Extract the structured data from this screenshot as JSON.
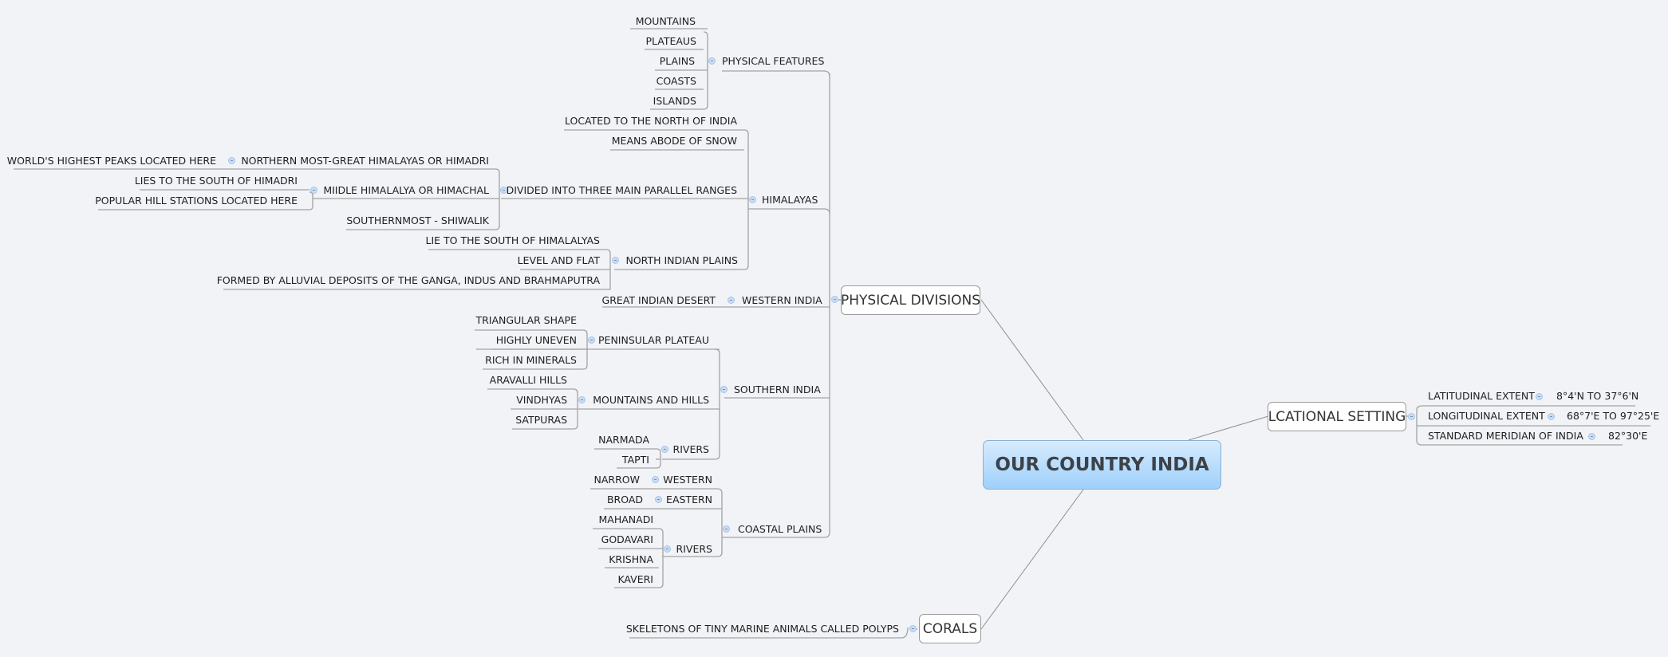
{
  "central": {
    "title": "OUR COUNTRY INDIA"
  },
  "main_topics": {
    "physical_divisions": "PHYSICAL DIVISIONS",
    "locational_setting": "LCATIONAL SETTING",
    "corals": "CORALS"
  },
  "physical_features": {
    "label": "PHYSICAL FEATURES",
    "items": [
      "MOUNTAINS",
      "PLATEAUS",
      "PLAINS",
      "COASTS",
      "ISLANDS"
    ]
  },
  "himalayas": {
    "label": "HIMALAYAS",
    "located": "LOCATED TO THE NORTH OF INDIA",
    "means": "MEANS ABODE OF SNOW",
    "divided": "DIVIDED INTO THREE MAIN PARALLEL RANGES",
    "northern": "NORTHERN MOST-GREAT HIMALAYAS OR HIMADRI",
    "northern_note": "WORLD'S HIGHEST PEAKS LOCATED HERE",
    "middle": "MIIDLE HIMALALYA OR HIMACHAL",
    "middle_notes": [
      "LIES TO THE SOUTH OF HIMADRI",
      "POPULAR HILL STATIONS LOCATED HERE"
    ],
    "southern": "SOUTHERNMOST - SHIWALIK",
    "north_indian_plains": "NORTH INDIAN PLAINS",
    "plains_notes": [
      "LIE TO THE SOUTH OF HIMALALYAS",
      "LEVEL AND FLAT",
      "FORMED BY ALLUVIAL DEPOSITS OF THE GANGA, INDUS AND BRAHMAPUTRA"
    ]
  },
  "western_india": {
    "label": "WESTERN INDIA",
    "note": "GREAT INDIAN DESERT"
  },
  "southern_india": {
    "label": "SOUTHERN INDIA",
    "peninsular_plateau": "PENINSULAR PLATEAU",
    "plateau_notes": [
      "TRIANGULAR SHAPE",
      "HIGHLY UNEVEN",
      "RICH IN MINERALS"
    ],
    "mountains_hills": "MOUNTAINS AND HILLS",
    "hills": [
      "ARAVALLI HILLS",
      "VINDHYAS",
      "SATPURAS"
    ],
    "rivers": "RIVERS",
    "river_items": [
      "NARMADA",
      "TAPTI"
    ]
  },
  "coastal_plains": {
    "label": "COASTAL PLAINS",
    "western": "WESTERN",
    "western_note": "NARROW",
    "eastern": "EASTERN",
    "eastern_note": "BROAD",
    "rivers": "RIVERS",
    "river_items": [
      "MAHANADI",
      "GODAVARI",
      "KRISHNA",
      "KAVERI"
    ]
  },
  "locational": {
    "latitudinal": "LATITUDINAL EXTENT",
    "latitudinal_value": "8°4'N TO 37°6'N",
    "longitudinal": "LONGITUDINAL EXTENT",
    "longitudinal_value": "68°7'E TO 97°25'E",
    "meridian": "STANDARD MERIDIAN OF INDIA",
    "meridian_value": "82°30'E"
  },
  "corals": {
    "note": "SKELETONS OF TINY MARINE ANIMALS CALLED POLYPS"
  },
  "colors": {
    "background": "#f1f3f7",
    "central_top": "#d6ebfe",
    "central_bottom": "#9fd0fb",
    "line": "#9a9a9a"
  }
}
